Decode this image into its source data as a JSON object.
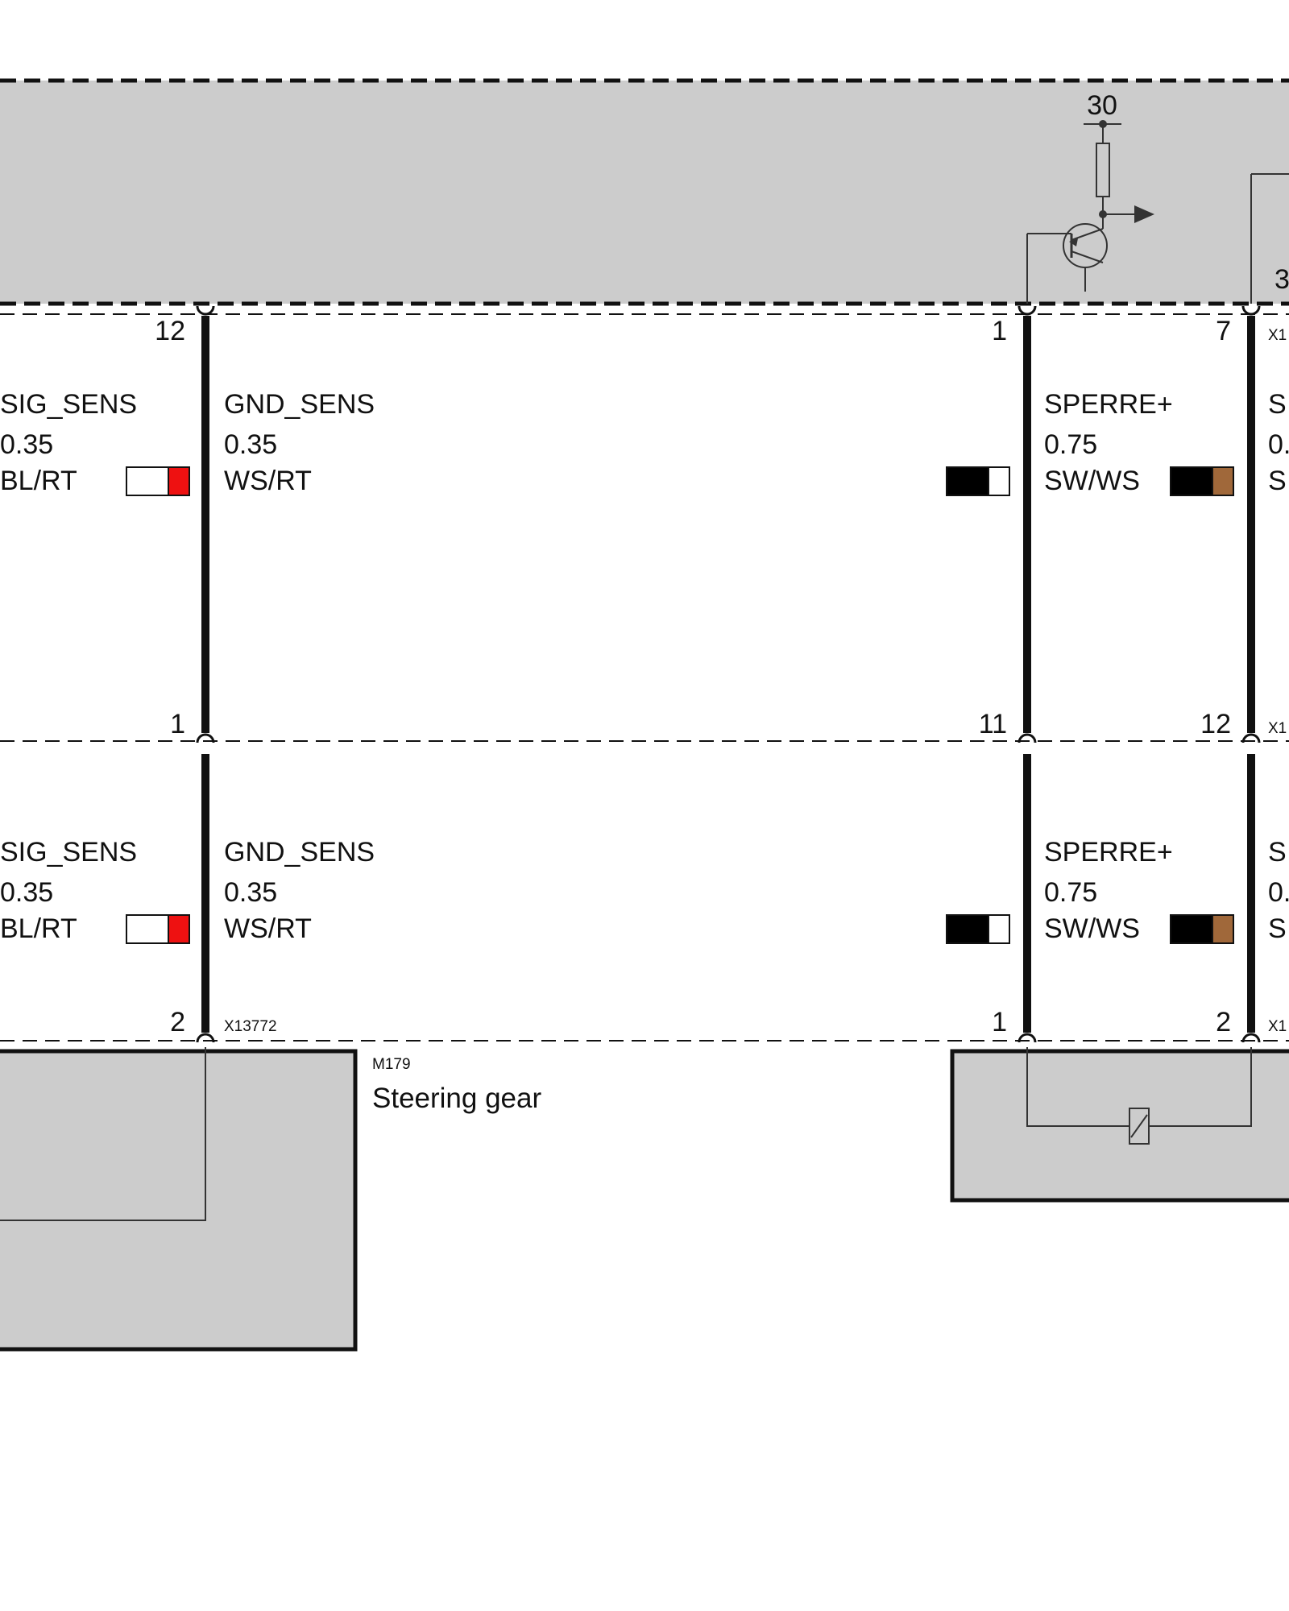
{
  "control_unit": {
    "supply_terminal": "30",
    "partial_pin_label": "3"
  },
  "connectors": {
    "upper": {
      "pins": {
        "w1": "12",
        "w2": "1",
        "w3": "7"
      },
      "partial_id": "X1"
    },
    "middle": {
      "pins": {
        "w1": "1",
        "w2": "11",
        "w3": "12"
      },
      "partial_id": "X1"
    },
    "lower": {
      "left_pins": {
        "w1": "2"
      },
      "left_id": "X13772",
      "right_pins": {
        "w2": "1",
        "w3": "2"
      },
      "right_partial_id": "X1"
    }
  },
  "wires": {
    "upper": {
      "sig": {
        "name": "SIG_SENS",
        "size": "0.35",
        "color": "BL/RT"
      },
      "gnd": {
        "name": "GND_SENS",
        "size": "0.35",
        "color": "WS/RT"
      },
      "sperre": {
        "name": "SPERRE+",
        "size": "0.75",
        "color": "SW/WS"
      },
      "partial": {
        "name": "S",
        "size": "0.",
        "color": "S"
      }
    },
    "lower": {
      "sig": {
        "name": "SIG_SENS",
        "size": "0.35",
        "color": "BL/RT"
      },
      "gnd": {
        "name": "GND_SENS",
        "size": "0.35",
        "color": "WS/RT"
      },
      "sperre": {
        "name": "SPERRE+",
        "size": "0.75",
        "color": "SW/WS"
      },
      "partial": {
        "name": "S",
        "size": "0.",
        "color": "S"
      }
    }
  },
  "component": {
    "id": "M179",
    "name": "Steering gear"
  },
  "colors": {
    "module_fill": "#cccccc",
    "wire": "#111111",
    "swatch_red": "#ee1111",
    "swatch_white": "#ffffff",
    "swatch_black": "#000000",
    "swatch_brown": "#a0683a"
  }
}
